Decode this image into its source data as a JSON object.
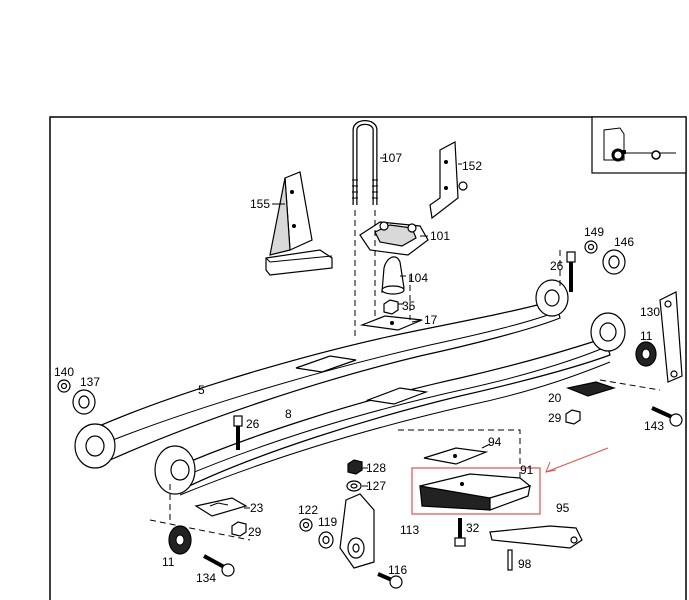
{
  "diagram": {
    "labels": {
      "l107": "107",
      "l152": "152",
      "l155": "155",
      "l101": "101",
      "l104": "104",
      "l35": "35",
      "l17": "17",
      "l149": "149",
      "l146": "146",
      "l26a": "26",
      "l130": "130",
      "l11a": "11",
      "l140": "140",
      "l137": "137",
      "l5": "5",
      "l8": "8",
      "l26b": "26",
      "l20": "20",
      "l29a": "29",
      "l143": "143",
      "l94": "94",
      "l91": "91",
      "l128": "128",
      "l127": "127",
      "l23": "23",
      "l29b": "29",
      "l11b": "11",
      "l122": "122",
      "l119": "119",
      "l113": "113",
      "l32": "32",
      "l95": "95",
      "l98": "98",
      "l116": "116",
      "l134": "134"
    },
    "highlight_color": "#e05050"
  }
}
